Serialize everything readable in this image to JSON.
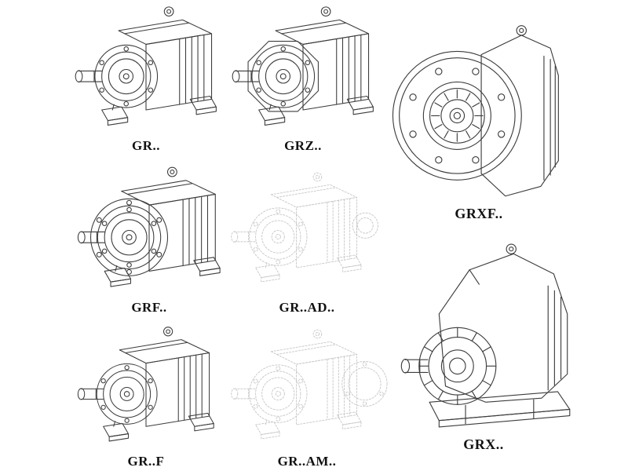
{
  "page": {
    "background_color": "#ffffff",
    "line_color": "#3c3c3c",
    "ghost_line_color": "#c6c6c6",
    "label_color": "#111111"
  },
  "items": [
    {
      "id": "gr",
      "label": "GR..",
      "style": "solid",
      "drawing": "helical-gearbox-foot-mounted"
    },
    {
      "id": "grz",
      "label": "GRZ..",
      "style": "solid",
      "drawing": "helical-gearbox-octagonal-front"
    },
    {
      "id": "grxf",
      "label": "GRXF..",
      "style": "solid",
      "drawing": "helical-gearbox-large-front-flange"
    },
    {
      "id": "grf",
      "label": "GRF..",
      "style": "solid",
      "drawing": "helical-gearbox-flange-mounted"
    },
    {
      "id": "gr-ad",
      "label": "GR..AD..",
      "style": "ghost",
      "drawing": "helical-gearbox-input-adapter-ghost"
    },
    {
      "id": "gr-f",
      "label": "GR..F",
      "style": "solid",
      "drawing": "helical-gearbox-foot-mounted"
    },
    {
      "id": "gr-am",
      "label": "GR..AM..",
      "style": "ghost",
      "drawing": "helical-gearbox-motor-adapter-ghost"
    },
    {
      "id": "grx",
      "label": "GRX..",
      "style": "solid",
      "drawing": "helical-gearbox-large-foot-mounted"
    }
  ]
}
